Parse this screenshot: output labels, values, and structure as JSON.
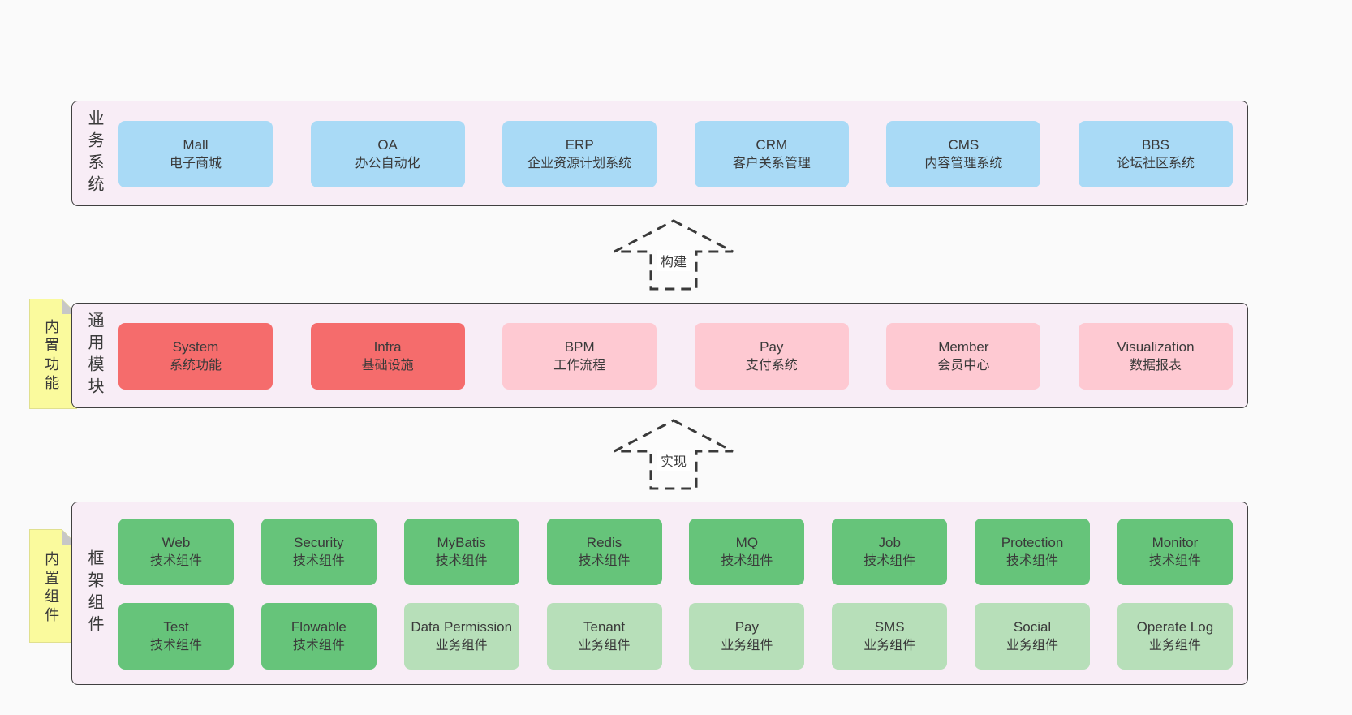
{
  "colors": {
    "page_bg": "#fafafa",
    "panel_bg": "#f8edf6",
    "panel_border": "#404040",
    "blue": "#a9daf6",
    "red": "#f56c6c",
    "pink": "#fec9d2",
    "green": "#66c47a",
    "light_green": "#b7dfb9",
    "yellow": "#fafa9d",
    "yellow_border": "#e0e08f",
    "fold_gray": "#c7c7c7",
    "arrow_stroke": "#3a3a3a",
    "text": "#3a3a3a"
  },
  "layers": [
    {
      "id": "business-systems",
      "label": "业务系统",
      "boxes": [
        {
          "name": "Mall",
          "desc": "电子商城",
          "variant": "blue"
        },
        {
          "name": "OA",
          "desc": "办公自动化",
          "variant": "blue"
        },
        {
          "name": "ERP",
          "desc": "企业资源计划系统",
          "variant": "blue"
        },
        {
          "name": "CRM",
          "desc": "客户关系管理",
          "variant": "blue"
        },
        {
          "name": "CMS",
          "desc": "内容管理系统",
          "variant": "blue"
        },
        {
          "name": "BBS",
          "desc": "论坛社区系统",
          "variant": "blue"
        }
      ]
    },
    {
      "id": "common-modules",
      "label": "通用模块",
      "tab": "内置功能",
      "boxes": [
        {
          "name": "System",
          "desc": "系统功能",
          "variant": "red"
        },
        {
          "name": "Infra",
          "desc": "基础设施",
          "variant": "red"
        },
        {
          "name": "BPM",
          "desc": "工作流程",
          "variant": "pink"
        },
        {
          "name": "Pay",
          "desc": "支付系统",
          "variant": "pink"
        },
        {
          "name": "Member",
          "desc": "会员中心",
          "variant": "pink"
        },
        {
          "name": "Visualization",
          "desc": "数据报表",
          "variant": "pink"
        }
      ]
    },
    {
      "id": "framework-components",
      "label": "框架组件",
      "tab": "内置组件",
      "rows": [
        [
          {
            "name": "Web",
            "desc": "技术组件",
            "variant": "green"
          },
          {
            "name": "Security",
            "desc": "技术组件",
            "variant": "green"
          },
          {
            "name": "MyBatis",
            "desc": "技术组件",
            "variant": "green"
          },
          {
            "name": "Redis",
            "desc": "技术组件",
            "variant": "green"
          },
          {
            "name": "MQ",
            "desc": "技术组件",
            "variant": "green"
          },
          {
            "name": "Job",
            "desc": "技术组件",
            "variant": "green"
          },
          {
            "name": "Protection",
            "desc": "技术组件",
            "variant": "green"
          },
          {
            "name": "Monitor",
            "desc": "技术组件",
            "variant": "green"
          }
        ],
        [
          {
            "name": "Test",
            "desc": "技术组件",
            "variant": "green"
          },
          {
            "name": "Flowable",
            "desc": "技术组件",
            "variant": "green"
          },
          {
            "name": "Data Permission",
            "desc": "业务组件",
            "variant": "light_green"
          },
          {
            "name": "Tenant",
            "desc": "业务组件",
            "variant": "light_green"
          },
          {
            "name": "Pay",
            "desc": "业务组件",
            "variant": "light_green"
          },
          {
            "name": "SMS",
            "desc": "业务组件",
            "variant": "light_green"
          },
          {
            "name": "Social",
            "desc": "业务组件",
            "variant": "light_green"
          },
          {
            "name": "Operate Log",
            "desc": "业务组件",
            "variant": "light_green"
          }
        ]
      ]
    }
  ],
  "arrows": [
    {
      "label": "构建",
      "direction": "up"
    },
    {
      "label": "实现",
      "direction": "up"
    }
  ]
}
